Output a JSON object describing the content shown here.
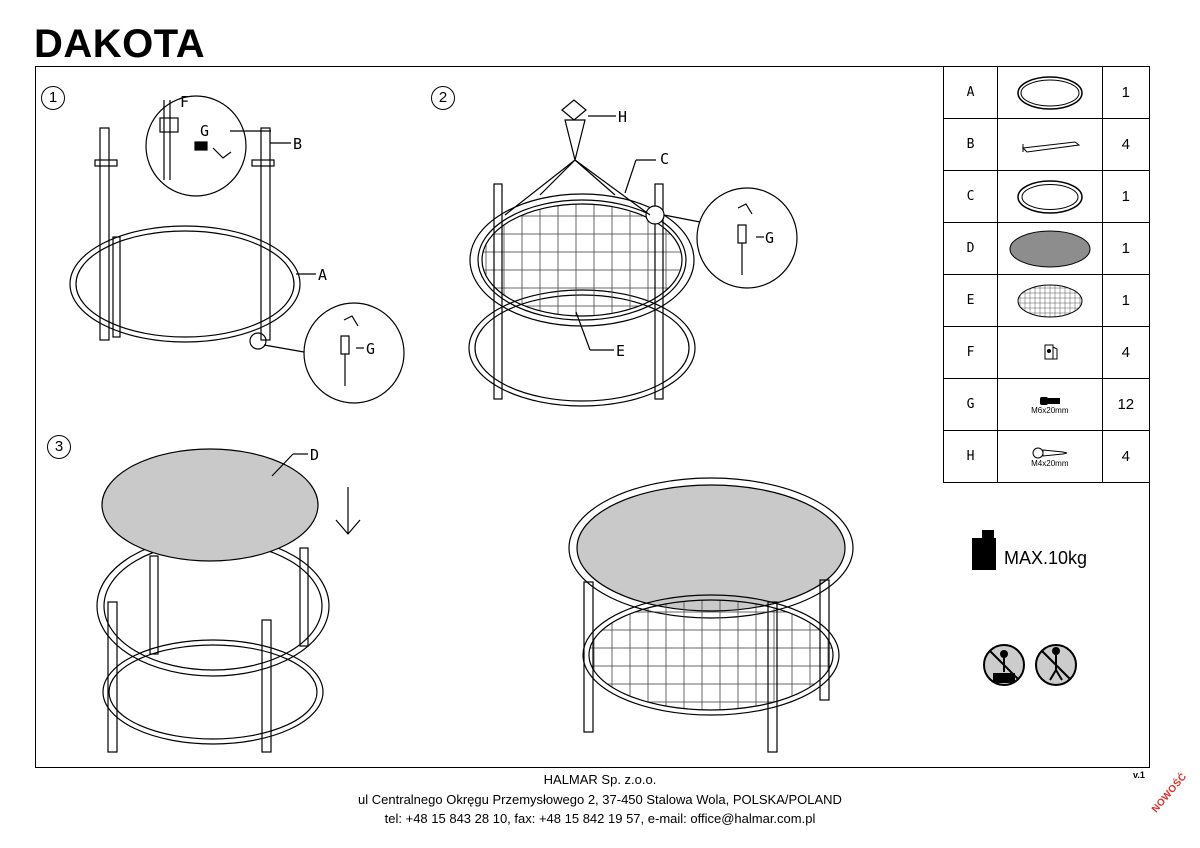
{
  "title": "DAKOTA",
  "steps": [
    "1",
    "2",
    "3"
  ],
  "labels": {
    "a": "A",
    "b": "B",
    "c": "C",
    "d": "D",
    "e": "E",
    "f": "F",
    "g": "G",
    "h": "H"
  },
  "parts": [
    {
      "letter": "A",
      "icon": "ring-frame-icon",
      "qty": "1",
      "size": ""
    },
    {
      "letter": "B",
      "icon": "leg-icon",
      "qty": "4",
      "size": ""
    },
    {
      "letter": "C",
      "icon": "ring-icon",
      "qty": "1",
      "size": ""
    },
    {
      "letter": "D",
      "icon": "glass-top-icon",
      "qty": "1",
      "size": ""
    },
    {
      "letter": "E",
      "icon": "mesh-shelf-icon",
      "qty": "1",
      "size": ""
    },
    {
      "letter": "F",
      "icon": "bracket-icon",
      "qty": "4",
      "size": ""
    },
    {
      "letter": "G",
      "icon": "bolt-icon",
      "qty": "12",
      "size": "M6x20mm"
    },
    {
      "letter": "H",
      "icon": "screw-icon",
      "qty": "4",
      "size": "M4x20mm"
    }
  ],
  "max_load": "MAX.10kg",
  "version": "v.1",
  "stamp": "NOWOŚĆ",
  "footer": {
    "company": "HALMAR Sp. z.o.o.",
    "address": "ul Centralnego Okręgu Przemysłowego 2, 37-450 Stalowa Wola, POLSKA/POLAND",
    "contact": "tel: +48 15 843 28 10, fax: +48 15 842 19 57, e-mail: office@halmar.com.pl"
  }
}
